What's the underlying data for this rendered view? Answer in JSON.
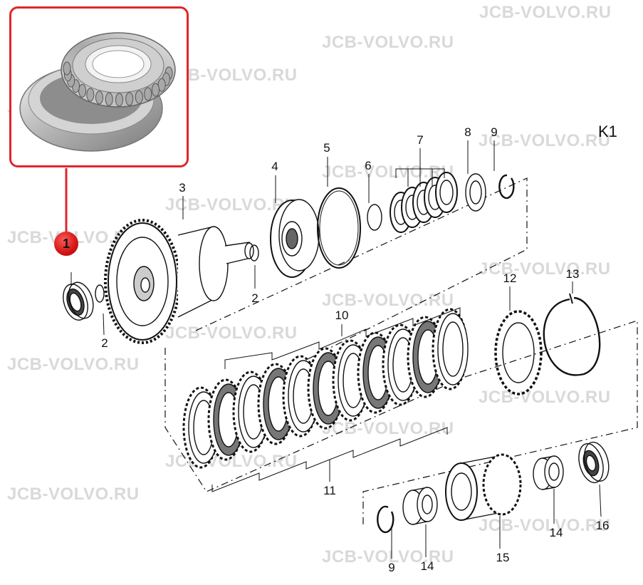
{
  "watermark": "JCB-VOLVO.RU",
  "section_label": "K1",
  "callout": {
    "number": "1",
    "color": "#e0262c"
  },
  "part_numbers": {
    "p1": "1",
    "p2a": "2",
    "p2b": "2",
    "p3": "3",
    "p4": "4",
    "p5": "5",
    "p6": "6",
    "p7": "7",
    "p8": "8",
    "p9a": "9",
    "p9b": "9",
    "p10": "10",
    "p11": "11",
    "p12": "12",
    "p13": "13",
    "p14a": "14",
    "p14b": "14",
    "p15": "15",
    "p16": "16"
  }
}
